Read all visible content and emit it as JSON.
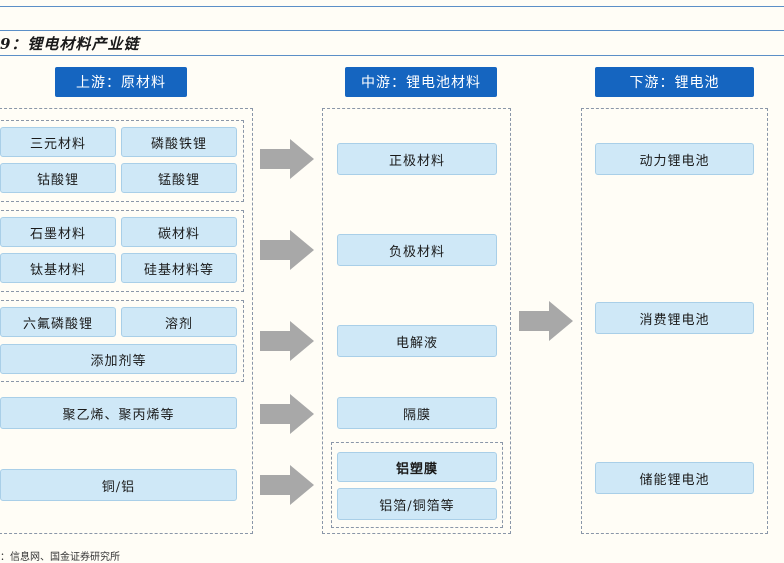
{
  "title": "9：锂电材料产业链",
  "columns": {
    "upstream": {
      "header": "上游：原材料",
      "groups": [
        [
          "三元材料",
          "磷酸铁锂",
          "钴酸锂",
          "锰酸锂"
        ],
        [
          "石墨材料",
          "碳材料",
          "钛基材料",
          "硅基材料等"
        ],
        [
          "六氟磷酸锂",
          "溶剂",
          "添加剂等"
        ],
        [
          "聚乙烯、聚丙烯等"
        ],
        [
          "铜/铝"
        ]
      ]
    },
    "midstream": {
      "header": "中游：锂电池材料",
      "items": [
        "正极材料",
        "负极材料",
        "电解液",
        "隔膜"
      ],
      "packaging": [
        "铝塑膜",
        "铝箔/铜箔等"
      ]
    },
    "downstream": {
      "header": "下游：锂电池",
      "items": [
        "动力锂电池",
        "消费锂电池",
        "储能锂电池"
      ]
    }
  },
  "source": "：信息网、国金证券研究所",
  "colors": {
    "header": "#1565c0",
    "box": "#cfe8f7",
    "arrow": "#a8a8a8"
  }
}
